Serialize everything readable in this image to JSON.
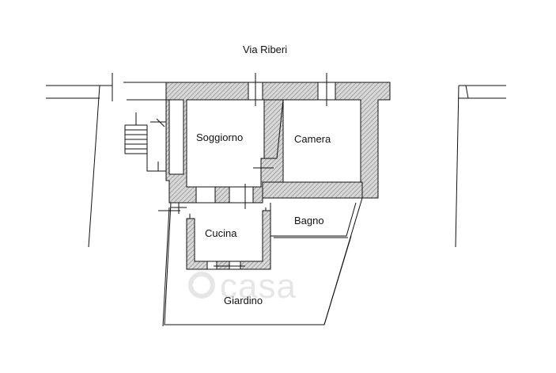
{
  "street": "Via Riberi",
  "rooms": {
    "soggiorno": "Soggiorno",
    "camera": "Camera",
    "cucina": "Cucina",
    "bagno": "Bagno",
    "giardino": "Giardino"
  },
  "watermark": "casa",
  "colors": {
    "line": "#111111",
    "hatch": "#8c8c8c",
    "watermark": "#e6e6e6"
  }
}
